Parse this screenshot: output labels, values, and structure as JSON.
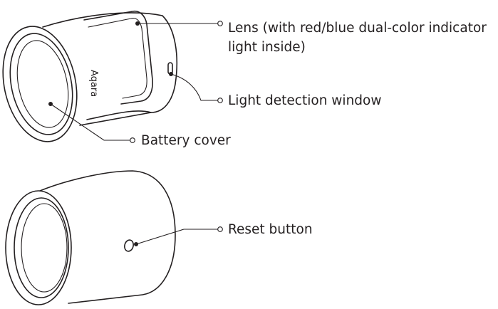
{
  "brand": {
    "logo_text": "Aqara"
  },
  "callouts": {
    "lens_line1": "Lens (with red/blue dual-color indicator",
    "lens_line2": "light inside)",
    "light_detection": "Light detection window",
    "battery_cover": "Battery cover",
    "reset_button": "Reset button"
  },
  "colors": {
    "ink": "#231f20",
    "background": "#ffffff"
  }
}
